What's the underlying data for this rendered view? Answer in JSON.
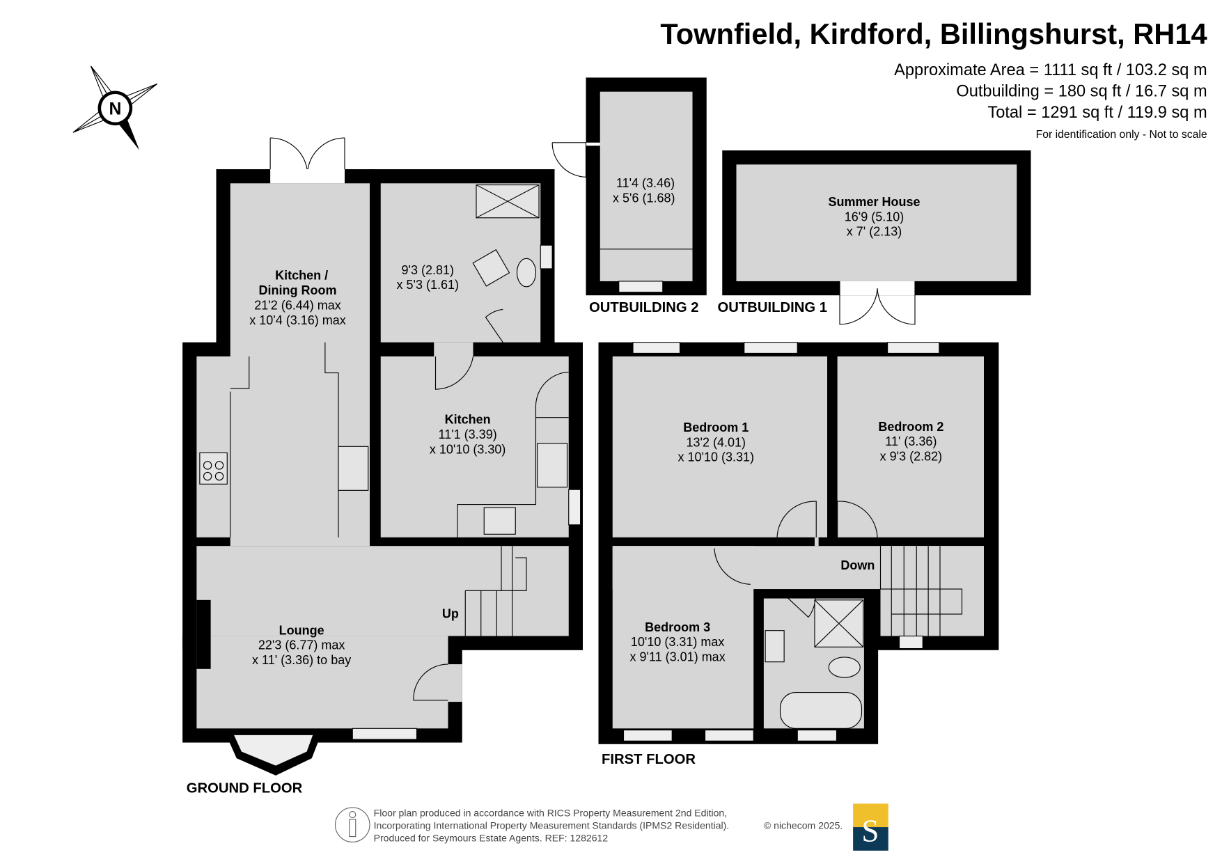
{
  "header": {
    "title": "Townfield, Kirdford, Billingshurst, RH14",
    "approx_area": "Approximate Area = 1111 sq ft / 103.2 sq m",
    "outbuilding_area": "Outbuilding = 180 sq ft / 16.7 sq m",
    "total_area": "Total = 1291 sq ft / 119.9 sq m",
    "disclaimer": "For identification only - Not to scale"
  },
  "compass": {
    "label": "N"
  },
  "ground_floor": {
    "label": "GROUND FLOOR",
    "rooms": [
      {
        "name": "Kitchen /",
        "name2": "Dining Room",
        "dim1": "21'2 (6.44) max",
        "dim2": "x 10'4 (3.16) max"
      },
      {
        "name": "",
        "dim1": "9'3 (2.81)",
        "dim2": "x 5'3 (1.61)"
      },
      {
        "name": "Kitchen",
        "dim1": "11'1 (3.39)",
        "dim2": "x 10'10 (3.30)"
      },
      {
        "name": "Lounge",
        "dim1": "22'3 (6.77) max",
        "dim2": "x 11' (3.36) to bay"
      }
    ],
    "stairs_label": "Up"
  },
  "first_floor": {
    "label": "FIRST FLOOR",
    "rooms": [
      {
        "name": "Bedroom 1",
        "dim1": "13'2 (4.01)",
        "dim2": "x 10'10 (3.31)"
      },
      {
        "name": "Bedroom 2",
        "dim1": "11' (3.36)",
        "dim2": "x 9'3 (2.82)"
      },
      {
        "name": "Bedroom 3",
        "dim1": "10'10 (3.31) max",
        "dim2": "x 9'11 (3.01) max"
      }
    ],
    "stairs_label": "Down"
  },
  "outbuildings": [
    {
      "label": "OUTBUILDING 2",
      "name": "",
      "dim1": "11'4 (3.46)",
      "dim2": "x 5'6 (1.68)"
    },
    {
      "label": "OUTBUILDING 1",
      "name": "Summer House",
      "dim1": "16'9 (5.10)",
      "dim2": "x 7' (2.13)"
    }
  ],
  "footer": {
    "line1": "Floor plan produced in accordance with RICS Property Measurement 2nd Edition,",
    "line2": "Incorporating International Property Measurement Standards (IPMS2 Residential).",
    "line3": "Produced for Seymours Estate Agents.   REF:  1282612",
    "copyright": "© nichecom 2025.",
    "logo_letter": "S",
    "logo_colors": {
      "top": "#f0c02c",
      "bottom": "#0c3a56"
    }
  }
}
